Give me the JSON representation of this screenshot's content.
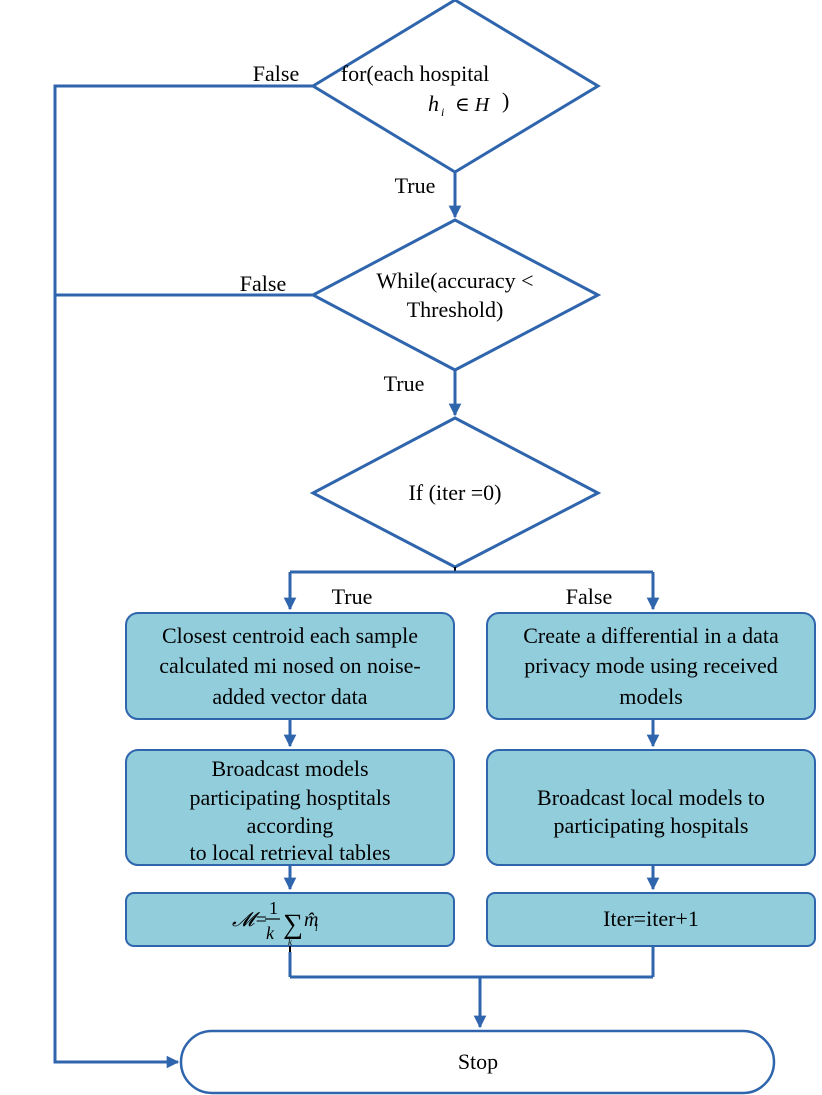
{
  "diagram": {
    "decisions": {
      "for_each": {
        "line1": "for(each hospital",
        "math_var": "h",
        "math_sub": "i",
        "math_rest": "∈ H",
        "close": ")"
      },
      "while": {
        "line1": "While(accuracy <",
        "line2": "Threshold)"
      },
      "if": {
        "label": "If (iter =0)"
      }
    },
    "edge_labels": {
      "false_top": "False",
      "true_top": "True",
      "false_mid": "False",
      "true_mid": "True",
      "true_left": "True",
      "false_right": "False"
    },
    "boxes": {
      "closest_centroid": {
        "line1": "Closest centroid each sample",
        "line2": "calculated mi nosed on noise-",
        "line3": "added vector data"
      },
      "create_differential": {
        "line1": "Create a differential in a data",
        "line2": "privacy mode using received",
        "line3": "models"
      },
      "broadcast_left": {
        "line1": "Broadcast models",
        "line2": "participating hosptitals",
        "line3": "according",
        "line4": "to local retrieval tables"
      },
      "broadcast_right": {
        "line1": "Broadcast local models to",
        "line2": "participating hospitals"
      },
      "formula": {
        "lhs": "𝓜=",
        "num": "1",
        "den": "k",
        "sigma": "∑",
        "sub_k": "k",
        "term": "m̂",
        "term_sub": "i"
      },
      "iter_update": {
        "label": "Iter=iter+1"
      }
    },
    "terminal": {
      "stop": "Stop"
    },
    "colors": {
      "line": "#2f65ad",
      "box_fill": "#92cddc"
    }
  }
}
